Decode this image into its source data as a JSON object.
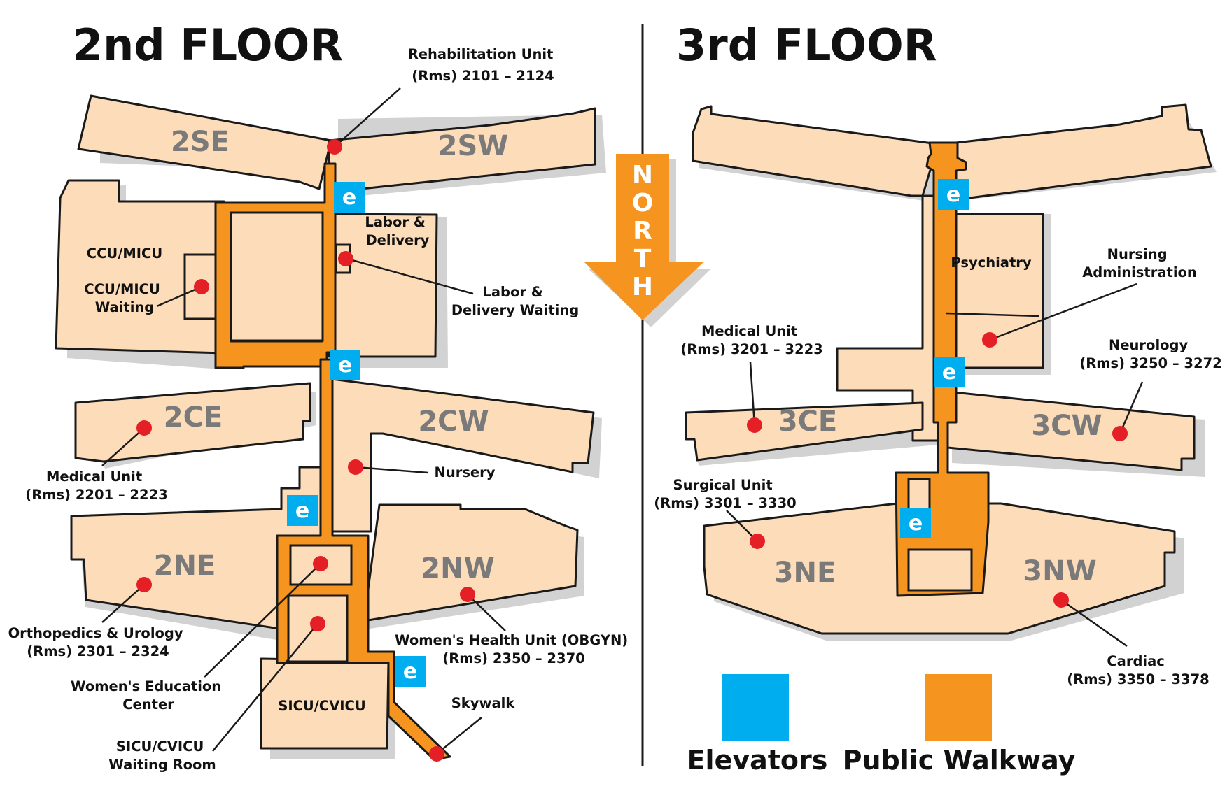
{
  "floors": {
    "second": {
      "title": "2nd FLOOR",
      "wings": {
        "se": "2SE",
        "sw": "2SW",
        "ce": "2CE",
        "cw": "2CW",
        "ne": "2NE",
        "nw": "2NW"
      },
      "labels": {
        "rehab": [
          "Rehabilitation Unit",
          "(Rms) 2101 – 2124"
        ],
        "labor_delivery": [
          "Labor &",
          "Delivery"
        ],
        "ccu_micu": [
          "CCU/MICU"
        ],
        "ccu_waiting": [
          "CCU/MICU",
          "Waiting"
        ],
        "ld_waiting": [
          "Labor &",
          "Delivery Waiting"
        ],
        "medical_unit": [
          "Medical Unit",
          "(Rms) 2201 – 2223"
        ],
        "nursery": [
          "Nursery"
        ],
        "ortho": [
          "Orthopedics & Urology",
          "(Rms) 2301 – 2324"
        ],
        "womens_health": [
          "Women's Health Unit (OBGYN)",
          "(Rms) 2350 – 2370"
        ],
        "womens_edu": [
          "Women's Education",
          "Center"
        ],
        "sicu": [
          "SICU/CVICU"
        ],
        "skywalk": [
          "Skywalk"
        ],
        "sicu_waiting": [
          "SICU/CVICU",
          "Waiting Room"
        ]
      }
    },
    "third": {
      "title": "3rd FLOOR",
      "wings": {
        "ce": "3CE",
        "cw": "3CW",
        "ne": "3NE",
        "nw": "3NW"
      },
      "labels": {
        "psychiatry": [
          "Psychiatry"
        ],
        "nursing_admin": [
          "Nursing",
          "Administration"
        ],
        "medical_unit": [
          "Medical Unit",
          "(Rms) 3201 – 3223"
        ],
        "neurology": [
          "Neurology",
          "(Rms) 3250 – 3272"
        ],
        "surgical_unit": [
          "Surgical Unit",
          "(Rms) 3301 – 3330"
        ],
        "cardiac": [
          "Cardiac",
          "(Rms) 3350 – 3378"
        ]
      }
    }
  },
  "compass": {
    "letters": [
      "N",
      "O",
      "R",
      "T",
      "H"
    ]
  },
  "elevator_glyph": "e",
  "legend": {
    "elevators": {
      "label": "Elevators",
      "color": "#00aeef"
    },
    "walkway": {
      "label": "Public Walkway",
      "color": "#f5951f"
    }
  }
}
